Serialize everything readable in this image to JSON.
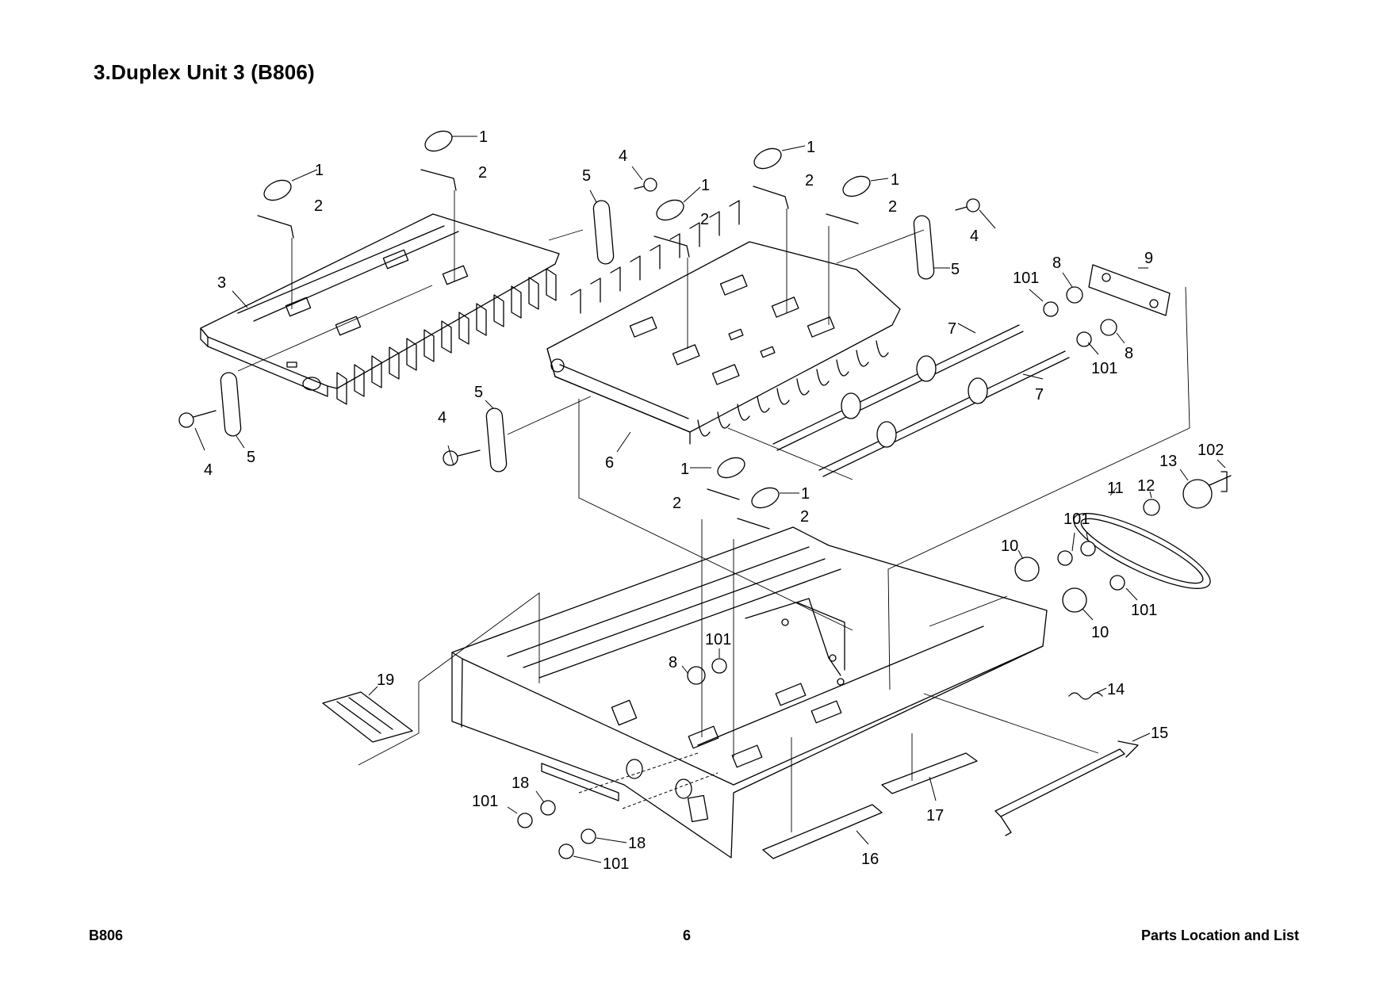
{
  "header": {
    "title": "3.Duplex Unit 3 (B806)"
  },
  "footer": {
    "left": "B806",
    "center": "6",
    "right": "Parts Location and List"
  },
  "diagram": {
    "callouts": [
      "1",
      "1",
      "1",
      "1",
      "1",
      "1",
      "1",
      "2",
      "2",
      "2",
      "2",
      "2",
      "2",
      "2",
      "3",
      "4",
      "4",
      "4",
      "4",
      "5",
      "5",
      "5",
      "5",
      "6",
      "7",
      "7",
      "8",
      "8",
      "8",
      "9",
      "10",
      "10",
      "11",
      "12",
      "13",
      "14",
      "15",
      "16",
      "17",
      "18",
      "18",
      "19",
      "101",
      "101",
      "101",
      "101",
      "101",
      "101",
      "101",
      "102"
    ]
  }
}
